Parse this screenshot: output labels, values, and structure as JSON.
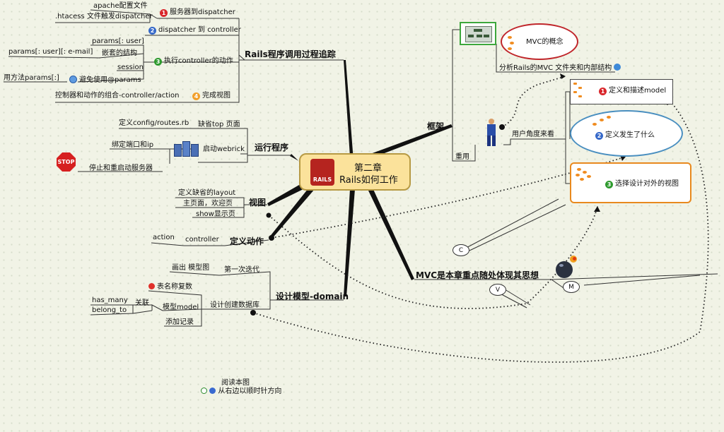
{
  "center": {
    "line1": "第二章",
    "line2": "Rails如何工作",
    "logo_text": "RAILS"
  },
  "branches": {
    "trace": "Rails程序调用过程追踪",
    "run": "运行程序",
    "view": "视图",
    "action": "定义动作",
    "model": "设计模型-domain",
    "mvc": "MVC是本章重点随处体现其思想",
    "frame": "框架"
  },
  "trace": {
    "n1": "服务器到dispatcher",
    "n1a": "apache配置文件",
    "n1b": ".htacess 文件触发dispatcher",
    "n2": "dispatcher 到 controller",
    "n3": "执行controller的动作",
    "n3a": "params[: user]",
    "n3b": "嵌套的结构",
    "n3b1": "params[: user][: e-mail]",
    "n3c": "session",
    "n3d": "避免使用@params",
    "n3d1": "用方法params[:]",
    "n4": "完成视图",
    "n4a": "控制器和动作的组合-controller/action"
  },
  "run": {
    "a": "缺省top 页面",
    "a1": "定义config/routes.rb",
    "b": "启动webrick",
    "b1": "绑定端口和ip",
    "c": "停止和重启动服务器",
    "stop": "STOP"
  },
  "view": {
    "a": "定义缺省的layout",
    "b": "主页面，欢迎页",
    "c": "show显示页"
  },
  "action": {
    "a": "controller",
    "b": "action"
  },
  "model": {
    "a": "第一次迭代",
    "a1": "画出 模型图",
    "b": "设计创建数据库",
    "b1": "表名称复数",
    "b2": "模型model",
    "b2a": "关联",
    "b2a1": "has_many",
    "b2a2": "belong_to",
    "b3": "添加记录"
  },
  "frame": {
    "concept": "MVC的概念",
    "analysis": "分析Rails的MVC 文件夹和内部结构",
    "reuse": "重用",
    "user_view": "用户角度来看",
    "m1": "定义和描述model",
    "m2": "定义发生了什么",
    "m3": "选择设计对外的视图"
  },
  "letters": {
    "c": "C",
    "v": "V",
    "m": "M"
  },
  "badges": {
    "one": "1",
    "two": "2",
    "three": "3",
    "four": "4"
  },
  "legend": {
    "line1": "阅读本图",
    "line2": "从右边以顺时针方向"
  },
  "colors": {
    "center_fill": "#fbe29b",
    "red_oval": "#c0262b",
    "blue_oval": "#4a8fc0",
    "orange_box": "#e8891e",
    "green_box": "#3aa43a"
  }
}
